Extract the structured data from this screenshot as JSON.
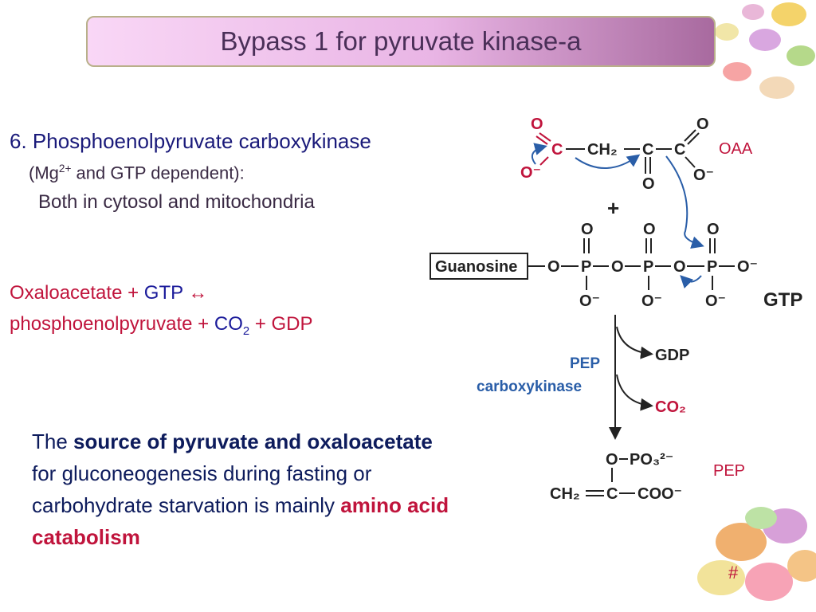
{
  "title": "Bypass 1 for pyruvate kinase-a",
  "enzyme": "6. Phosphoenolpyruvate carboxykinase",
  "cofactor": {
    "open": "(Mg",
    "sup": "2+",
    "rest": " and GTP dependent):"
  },
  "location": "Both in cytosol and mitochondria",
  "equation": {
    "oaa": "Oxaloacetate + ",
    "gtp": "GTP",
    "arrow": " ↔",
    "pep": "phosphoenolpyruvate + ",
    "co2": "CO",
    "co2_sub": "2",
    "gdp": " + GDP"
  },
  "source_text": {
    "p1": "The ",
    "b1": "source of pyruvate and oxaloacetate",
    "p2": " for gluconeogenesis during fasting or carbohydrate starvation is mainly ",
    "b2": "amino acid catabolism"
  },
  "diagram": {
    "oaa_label": "OAA",
    "pep_label": "PEP",
    "plus": "+",
    "guanosine": "Guanosine",
    "gtp": "GTP",
    "enzyme_line1": "PEP",
    "enzyme_line2": "carboxykinase",
    "gdp": "GDP",
    "co2": "CO₂",
    "o": "O",
    "o_minus": "O⁻",
    "c": "C",
    "p": "P",
    "ch2": "CH₂",
    "po3": "PO₃²⁻",
    "coo": "COO⁻"
  },
  "page_number": "#",
  "colors": {
    "title_bg_start": "#f9d7f6",
    "title_bg_end": "#a86a9f",
    "title_text": "#4a2f58",
    "accent_red": "#c0143c",
    "accent_blue": "#1a1a9a",
    "arrow_blue": "#2a5ea8"
  }
}
